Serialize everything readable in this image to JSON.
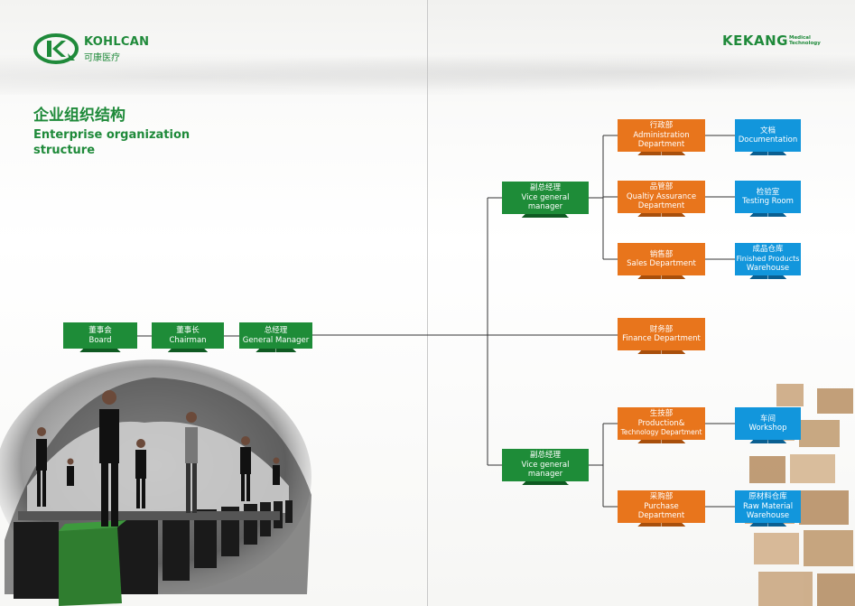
{
  "brand_left": {
    "name": "KOHLCAN",
    "name_cn": "可康医疗"
  },
  "brand_right": {
    "name": "KEKANG",
    "sub1": "Medical",
    "sub2": "Technology"
  },
  "title": {
    "cn": "企业组织结构",
    "en": "Enterprise organization structure"
  },
  "nodes": {
    "board": {
      "cn": "董事会",
      "en": "Board"
    },
    "chairman": {
      "cn": "董事长",
      "en": "Chairman"
    },
    "gm": {
      "cn": "总经理",
      "en": "General Manager"
    },
    "vgm1": {
      "cn": "副总经理",
      "en1": "Vice general",
      "en2": "manager"
    },
    "vgm2": {
      "cn": "副总经理",
      "en1": "Vice general",
      "en2": "manager"
    },
    "admin": {
      "cn": "行政部",
      "en1": "Administration",
      "en2": "Department"
    },
    "qa": {
      "cn": "品管部",
      "en1": "Qualtiy Assurance",
      "en2": "Department"
    },
    "sales": {
      "cn": "销售部",
      "en": "Sales Department"
    },
    "finance": {
      "cn": "财务部",
      "en": "Finance Department"
    },
    "production": {
      "cn": "生技部",
      "en1": "Production&",
      "en2": "Technology Department"
    },
    "purchase": {
      "cn": "采购部",
      "en1": "Purchase",
      "en2": "Department"
    },
    "doc": {
      "cn": "文档",
      "en": "Documentation"
    },
    "testing": {
      "cn": "检验室",
      "en": "Testing Room"
    },
    "finished": {
      "cn": "成品仓库",
      "en1": "Finished Products",
      "en2": "Warehouse"
    },
    "workshop": {
      "cn": "车间",
      "en": "Workshop"
    },
    "raw": {
      "cn": "原材料仓库",
      "en1": "Raw Material",
      "en2": "Warehouse"
    }
  },
  "colors": {
    "green": "#1e8c38",
    "orange": "#e8751c",
    "blue": "#1296dc",
    "line": "#333333"
  }
}
